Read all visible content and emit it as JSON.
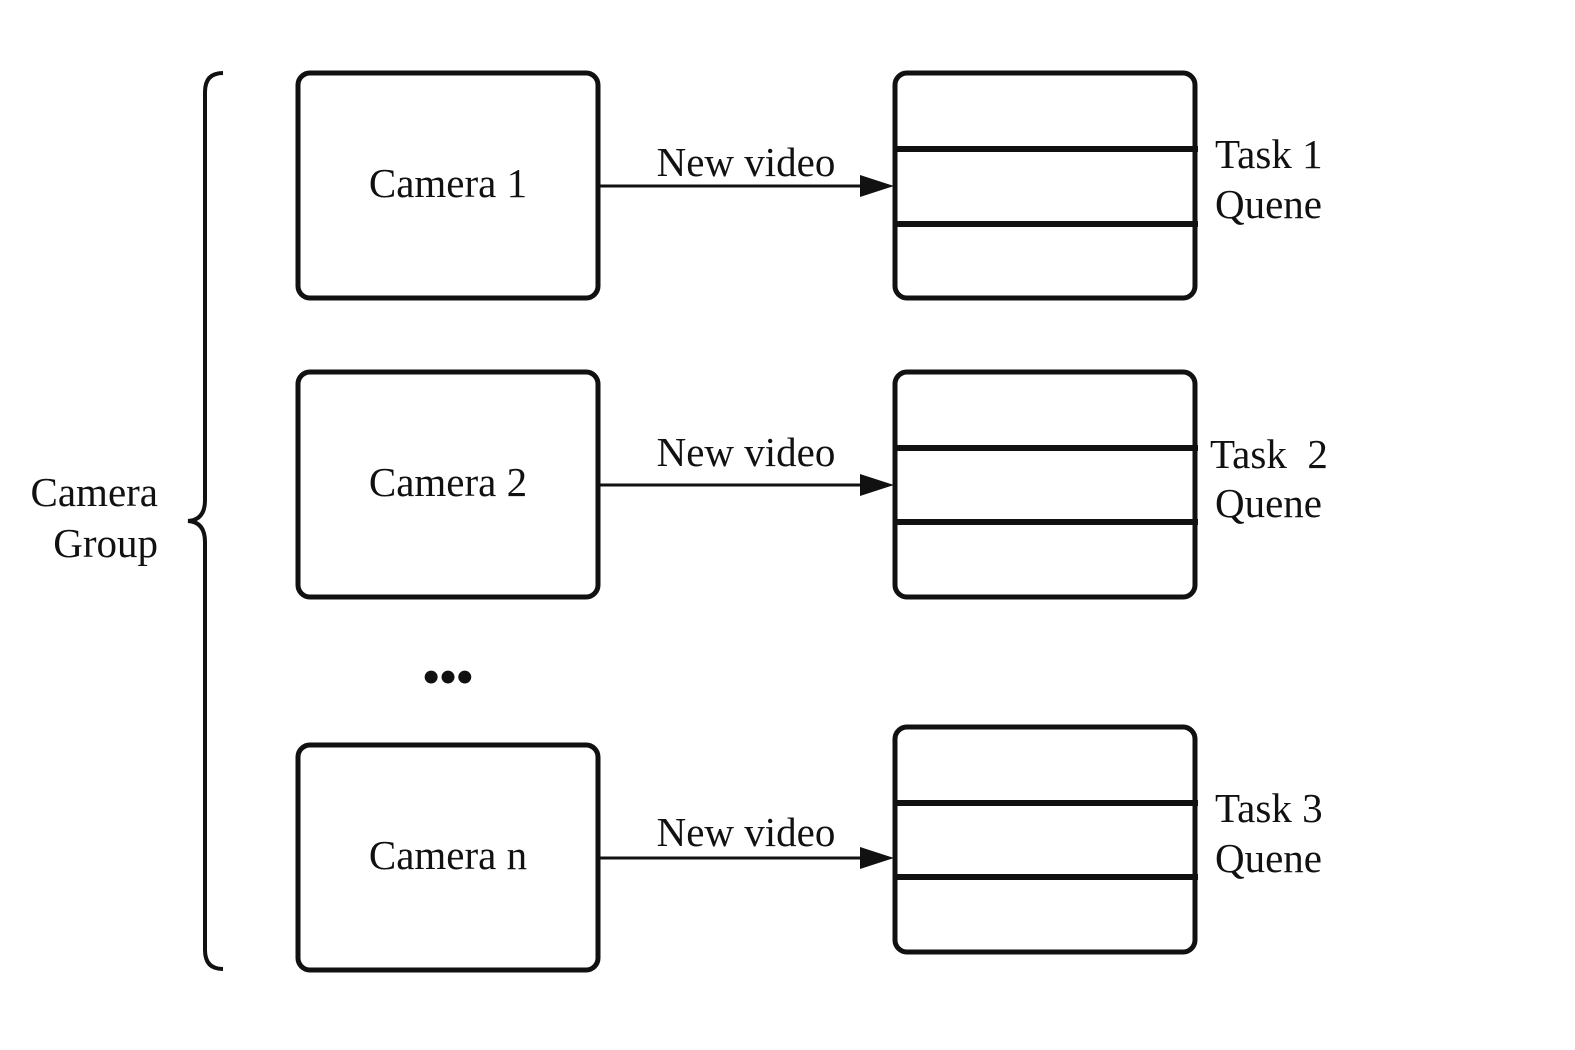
{
  "group": {
    "label_line1": "Camera",
    "label_line2": "Group"
  },
  "cameras": [
    {
      "label": "Camera 1"
    },
    {
      "label": "Camera 2"
    },
    {
      "label": "Camera n"
    }
  ],
  "ellipsis": "•••",
  "edges": [
    {
      "label": "New video"
    },
    {
      "label": "New video"
    },
    {
      "label": "New video"
    }
  ],
  "queues": [
    {
      "line1": "Task 1",
      "line2": "Quene"
    },
    {
      "line1": "Task  2",
      "line2": "Quene"
    },
    {
      "line1": "Task 3",
      "line2": "Quene"
    }
  ],
  "colors": {
    "stroke": "#111111",
    "background": "#ffffff"
  }
}
